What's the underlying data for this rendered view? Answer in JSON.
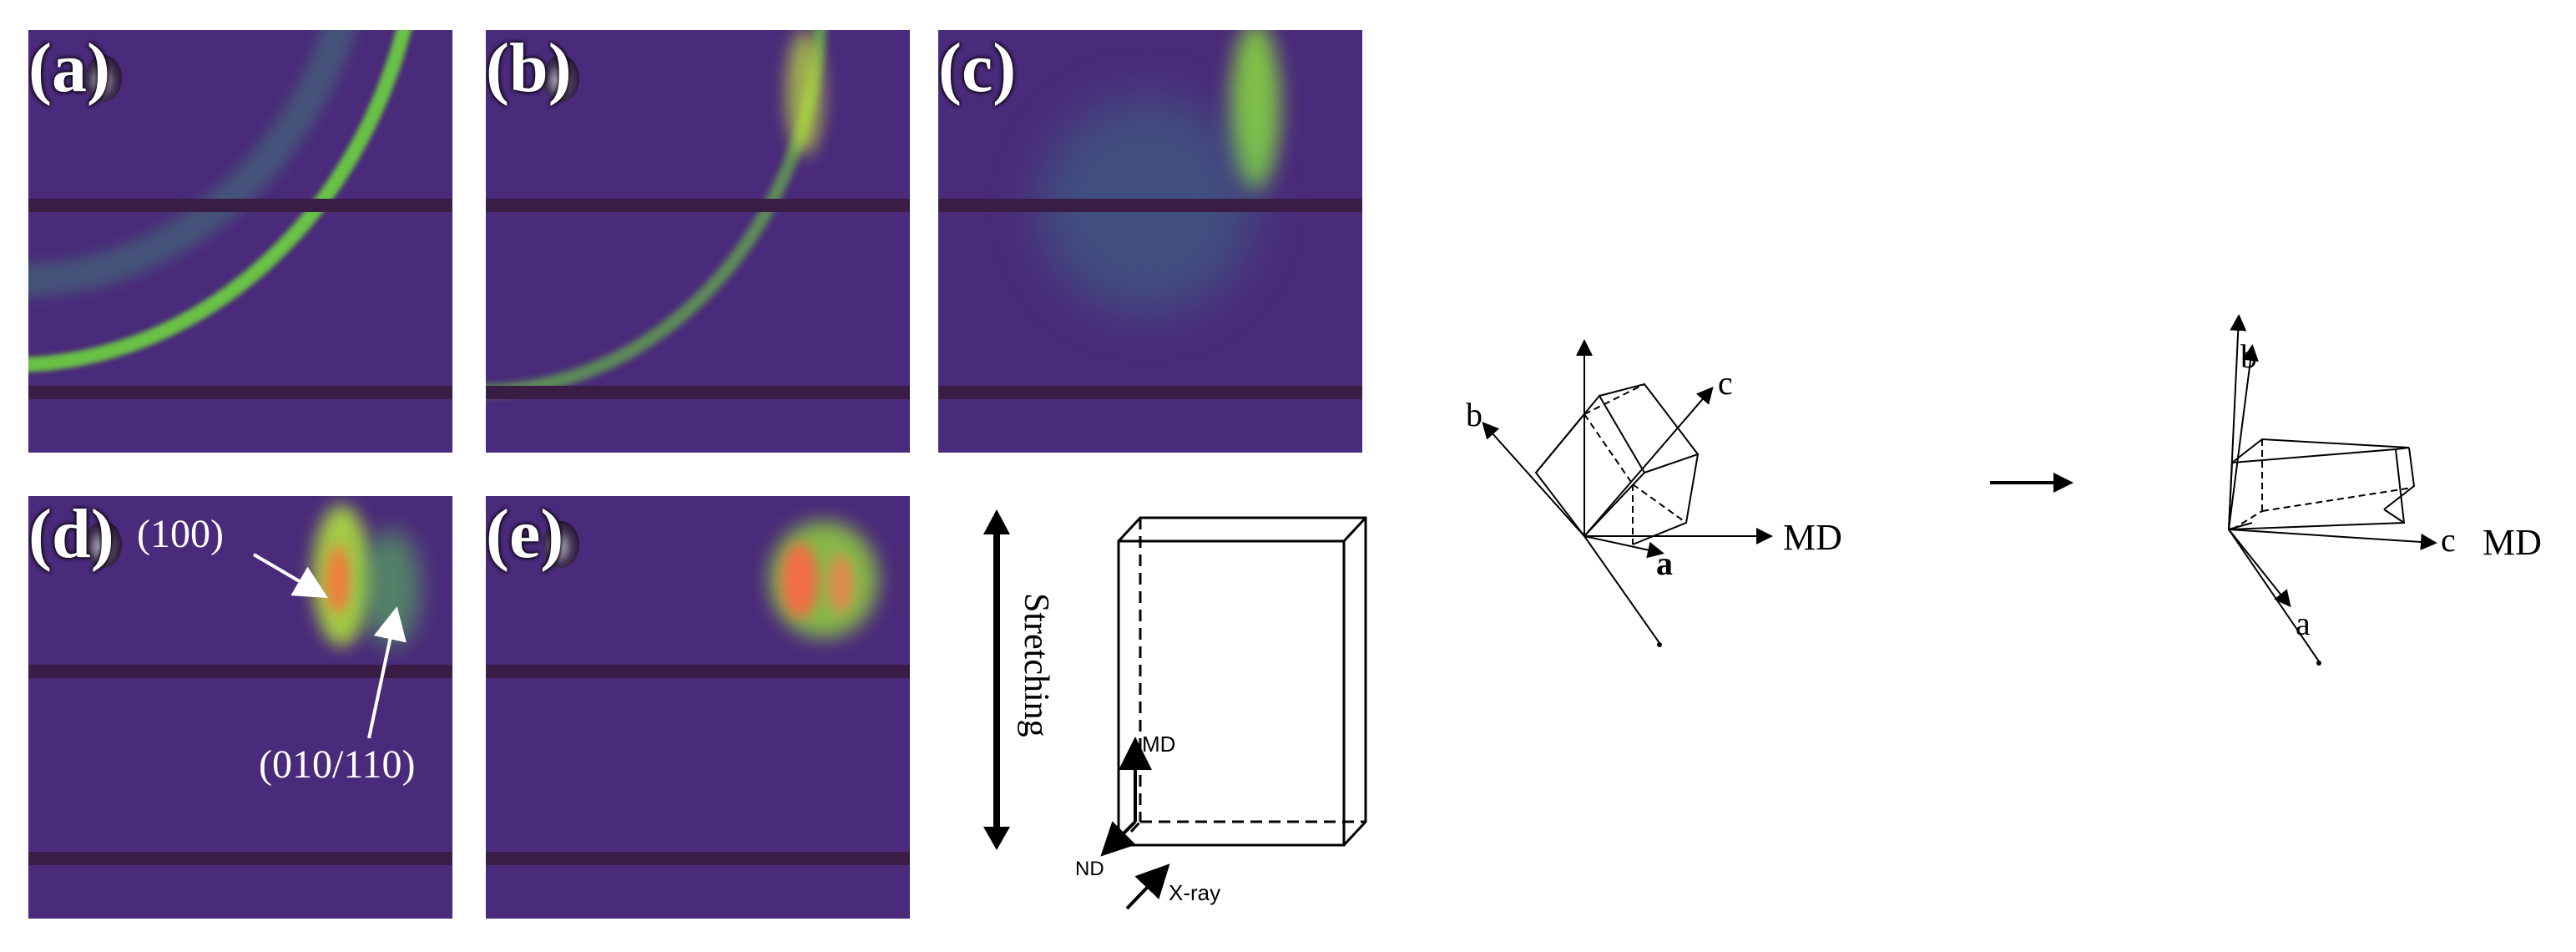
{
  "panels": [
    {
      "label": "(a)"
    },
    {
      "label": "(b)"
    },
    {
      "label": "(c)"
    },
    {
      "label": "(d)"
    },
    {
      "label": "(e)"
    }
  ],
  "annotations": {
    "peak_100": "(100)",
    "peak_010_110": "(010/110)"
  },
  "schematic": {
    "stretching": "Stretching",
    "md": "MD",
    "nd": "ND",
    "xray": "X-ray"
  },
  "crystal_before": {
    "axis_a": "a",
    "axis_b": "b",
    "axis_c": "c",
    "md": "MD"
  },
  "crystal_after": {
    "axis_a": "a",
    "axis_b": "b",
    "axis_c": "c",
    "md": "MD"
  },
  "colors": {
    "detector_background": "#4a2a7a",
    "scattering_ring": "#6fdc3c",
    "hot_spot": "#ff6a3a",
    "stripe": "#3a1d44"
  }
}
